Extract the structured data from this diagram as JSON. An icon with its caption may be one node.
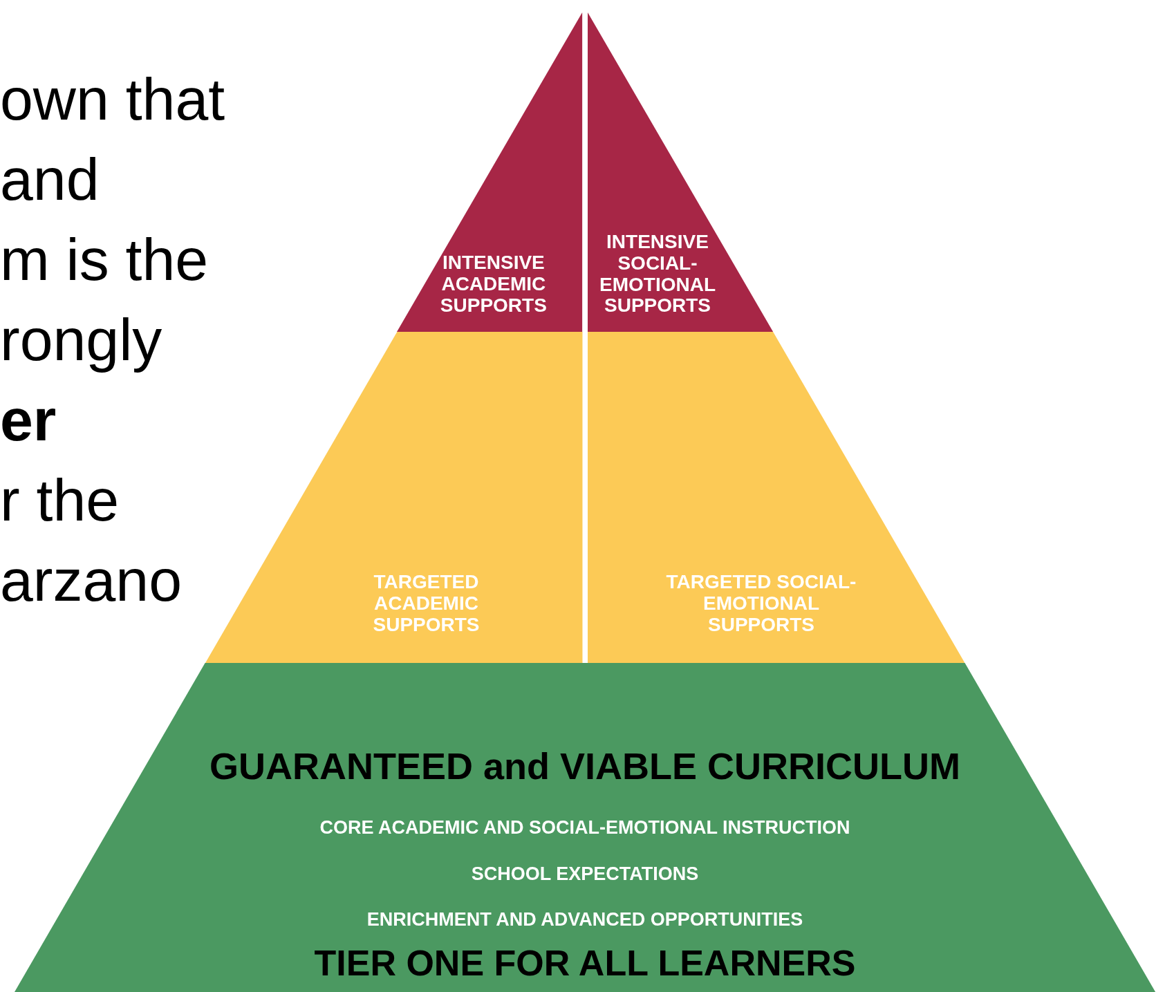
{
  "diagram": {
    "nodes": [
      {
        "text": [
          "INTENSIVE ACADEMIC SUPPORTS"
        ]
      },
      {
        "text": [
          "INTENSIVE SOCIAL-EMOTIONAL SUPPORTS"
        ]
      },
      {
        "text": [
          "TARGETED ACADEMIC SUPPORTS"
        ]
      },
      {
        "text": [
          "TARGETED SOCIAL-EMOTIONAL SUPPORTS"
        ]
      },
      {
        "text": [
          "GUARANTEED and VIABLE CURRICULUM",
          "CORE ACADEMIC AND SOCIAL-EMOTIONAL INSTRUCTION",
          "SCHOOL EXPECTATIONS",
          "ENRICHMENT AND ADVANCED OPPORTUNITIES",
          "TIER ONE FOR ALL LEARNERS"
        ]
      }
    ],
    "labels": [
      "own that",
      "and",
      "m is the",
      "rongly",
      "er",
      "r the",
      "arzano"
    ]
  }
}
